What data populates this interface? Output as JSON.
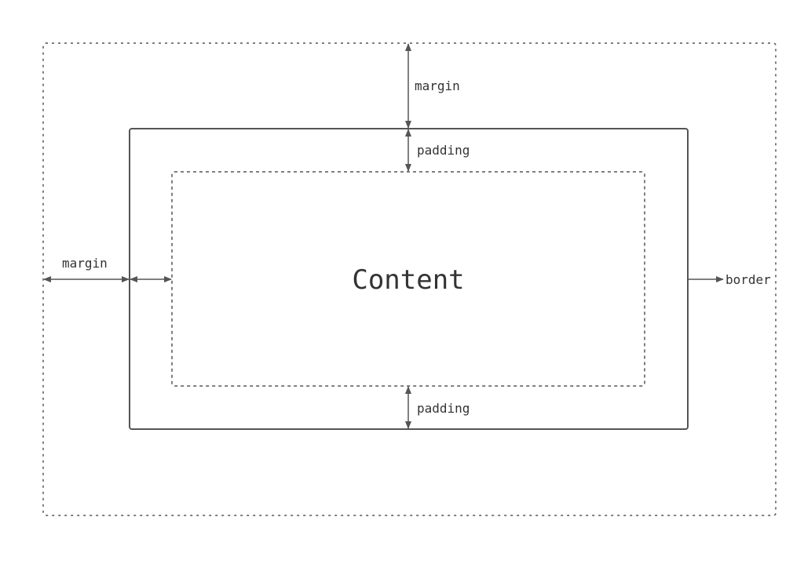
{
  "diagram": {
    "content_label": "Content",
    "top_margin_label": "margin",
    "top_padding_label": "padding",
    "bottom_padding_label": "padding",
    "left_margin_label": "margin",
    "border_label": "border"
  },
  "colors": {
    "line": "#555555",
    "text": "#333333",
    "background": "#ffffff"
  }
}
